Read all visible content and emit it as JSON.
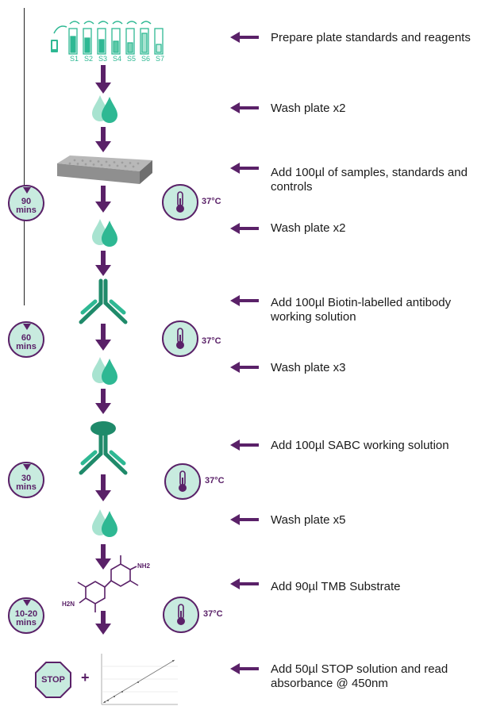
{
  "steps": [
    "Prepare plate standards and reagents",
    "Wash plate x2",
    "Add 100µl of samples, standards and controls",
    "Wash plate x2",
    "Add 100µl Biotin-labelled antibody working solution",
    "Wash plate x3",
    "Add 100µl SABC working solution",
    "Wash plate x5",
    "Add 90µl TMB Substrate",
    "Add 50µl STOP solution and read absorbance @ 450nm"
  ],
  "step3_lines": [
    "Add 100µl of samples, standards and",
    "controls"
  ],
  "step5_lines": [
    "Add 100µl Biotin-labelled antibody",
    "working solution"
  ],
  "step10_lines": [
    "Add 50µl STOP solution and read",
    "absorbance @ 450nm"
  ],
  "tube_labels": [
    "S1",
    "S2",
    "S3",
    "S4",
    "S5",
    "S6",
    "S7"
  ],
  "timers": [
    {
      "value": "90",
      "unit": "mins"
    },
    {
      "value": "60",
      "unit": "mins"
    },
    {
      "value": "30",
      "unit": "mins"
    },
    {
      "value": "10-20",
      "unit": "mins"
    }
  ],
  "temperature": "37°C",
  "chemical_labels": {
    "nh2_top": "NH2",
    "nh2_bottom": "H2N"
  },
  "stop_label": "STOP",
  "plus": "+",
  "colors": {
    "purple": "#5a2168",
    "teal": "#2eb893",
    "mint": "#c8ebdf",
    "dark_teal": "#1f8a6a"
  },
  "icons": [
    "tube-rack-icon",
    "droplet-icon",
    "microplate-icon",
    "antibody-icon",
    "sabc-icon",
    "tmb-molecule-icon",
    "stop-sign-icon",
    "standard-curve-icon",
    "timer-icon",
    "thermometer-icon"
  ]
}
